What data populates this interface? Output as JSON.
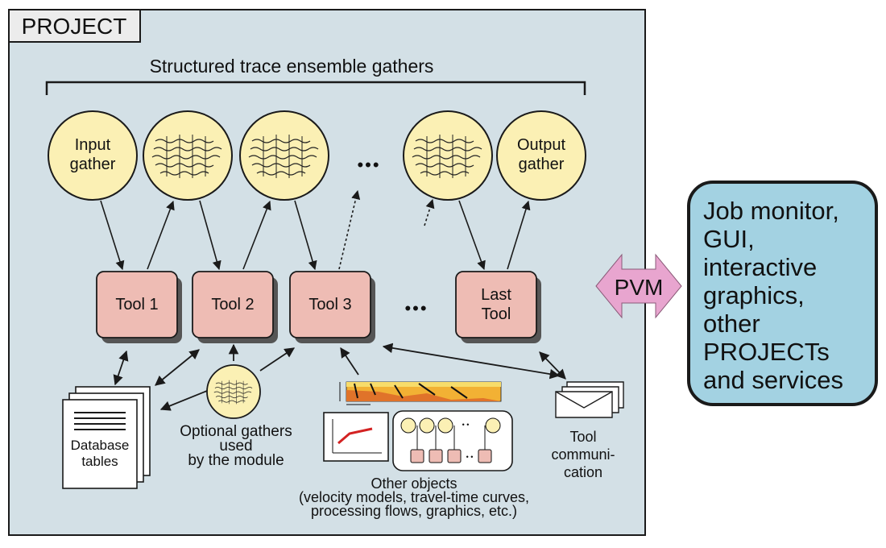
{
  "colors": {
    "project_bg": "#d3e0e6",
    "gather_fill": "#fbf0b4",
    "tool_fill": "#eebcb4",
    "side_panel_fill": "#a3d2e2",
    "pvm_arrow_fill": "#e8a5cf",
    "stroke": "#1a1a1a"
  },
  "project": {
    "title": "PROJECT",
    "gathers_label": "Structured trace ensemble gathers",
    "gathers": [
      {
        "label_lines": [
          "Input",
          "gather"
        ],
        "icon": ""
      },
      {
        "label_lines": [],
        "icon": "seismic-trace-icon"
      },
      {
        "label_lines": [],
        "icon": "seismic-trace-icon"
      },
      {
        "label_lines": [],
        "icon": "seismic-trace-icon"
      },
      {
        "label_lines": [
          "Output",
          "gather"
        ],
        "icon": ""
      }
    ],
    "gather_ellipsis": "•••",
    "tools": [
      {
        "label_lines": [
          "Tool 1"
        ]
      },
      {
        "label_lines": [
          "Tool 2"
        ]
      },
      {
        "label_lines": [
          "Tool 3"
        ]
      },
      {
        "label_lines": [
          "Last",
          "Tool"
        ]
      }
    ],
    "tool_ellipsis": "•••",
    "database": {
      "label_lines": [
        "Database",
        "tables"
      ],
      "icon": "stacked-documents-icon"
    },
    "optional_gathers": {
      "label_lines": [
        "Optional gathers",
        "used",
        "by the module"
      ],
      "icon": "seismic-trace-icon"
    },
    "other_objects": {
      "label_lines": [
        "Other objects",
        "(velocity models, travel-time curves,",
        "processing flows, graphics, etc.)"
      ],
      "icons": [
        "velocity-model-icon",
        "travel-time-curve-icon",
        "processing-flow-icon"
      ]
    },
    "tool_communication": {
      "label_lines": [
        "Tool",
        "communi-",
        "cation"
      ],
      "icon": "envelopes-icon"
    }
  },
  "pvm": {
    "label": "PVM",
    "icon": "double-arrow-icon"
  },
  "side_panel": {
    "label_lines": [
      "Job monitor,",
      "GUI,",
      "interactive",
      "graphics,",
      "other",
      "PROJECTs",
      "and services"
    ]
  }
}
